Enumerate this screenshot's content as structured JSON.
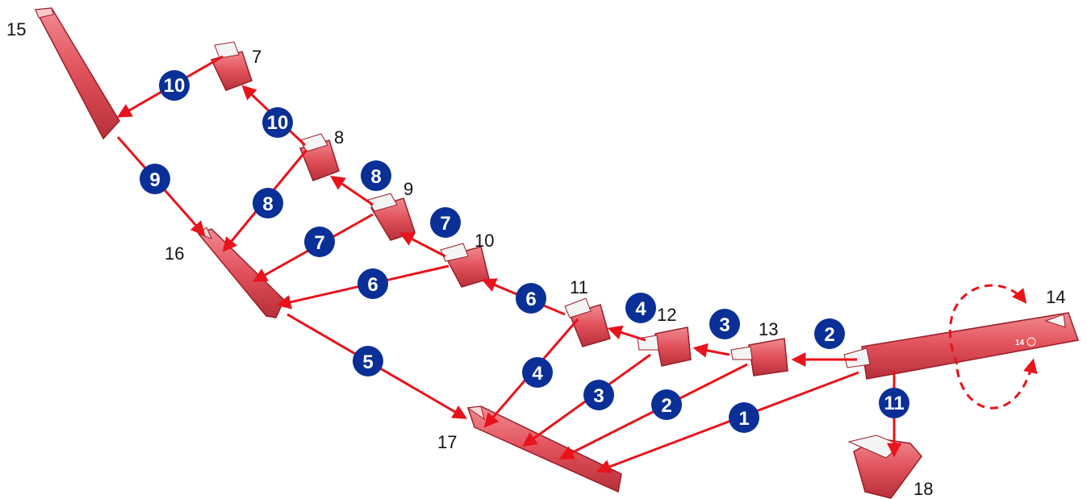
{
  "colors": {
    "arrow": "#e8131b",
    "badge": "#0a2f96",
    "part_fill": "#e0505a",
    "part_edge": "#9a1e28"
  },
  "parts": {
    "p7": "7",
    "p8": "8",
    "p9": "9",
    "p10": "10",
    "p11": "11",
    "p12": "12",
    "p13": "13",
    "p14": "14",
    "p15": "15",
    "p16": "16",
    "p17": "17",
    "p18": "18"
  },
  "part14_mark": "14",
  "steps": {
    "s1": "1",
    "s2a": "2",
    "s2b": "2",
    "s3a": "3",
    "s3b": "3",
    "s4a": "4",
    "s4b": "4",
    "s5": "5",
    "s6a": "6",
    "s6b": "6",
    "s7a": "7",
    "s7b": "7",
    "s8a": "8",
    "s8b": "8",
    "s9": "9",
    "s10a": "10",
    "s10b": "10",
    "s11": "11"
  }
}
